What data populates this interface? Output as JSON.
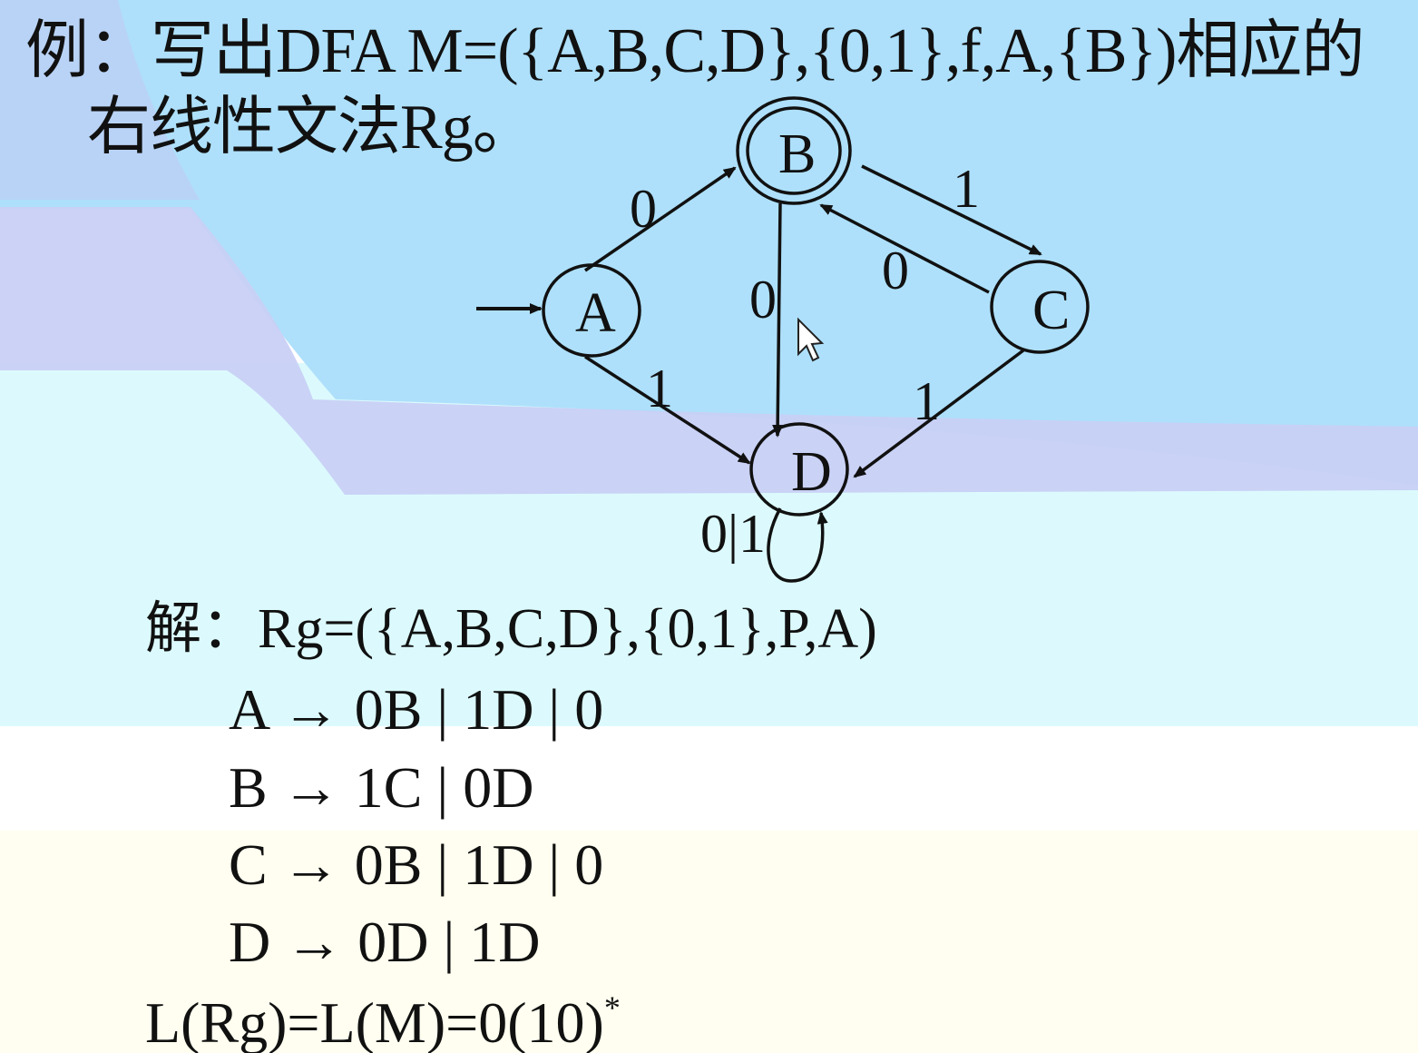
{
  "slide": {
    "title_line1": "例：写出DFA M=({A,B,C,D},{0,1},f,A,{B})相应的",
    "title_line2": "右线性文法Rg。",
    "solution": "解：Rg=({A,B,C,D},{0,1},P,A)",
    "rules": [
      "A → 0B | 1D | 0",
      "B → 1C | 0D",
      "C → 0B | 1D | 0",
      "D → 0D | 1D"
    ],
    "language": "L(Rg)=L(M)=0(10)",
    "language_sup": "*"
  },
  "diagram": {
    "states": [
      {
        "label": "A",
        "start": true,
        "accepting": false
      },
      {
        "label": "B",
        "start": false,
        "accepting": true
      },
      {
        "label": "C",
        "start": false,
        "accepting": false
      },
      {
        "label": "D",
        "start": false,
        "accepting": false
      }
    ],
    "transitions": [
      {
        "from": "A",
        "to": "B",
        "label": "0"
      },
      {
        "from": "A",
        "to": "D",
        "label": "1"
      },
      {
        "from": "B",
        "to": "C",
        "label": "1"
      },
      {
        "from": "B",
        "to": "D",
        "label": "0"
      },
      {
        "from": "C",
        "to": "B",
        "label": "0"
      },
      {
        "from": "C",
        "to": "D",
        "label": "1"
      },
      {
        "from": "D",
        "to": "D",
        "label": "0|1"
      }
    ]
  },
  "colors": {
    "sky_blue": "#aee0fb",
    "lavender": "#c8d0f6",
    "light_cyan": "#dcfafd",
    "pale_yellow": "#fffef0",
    "ink": "#111111"
  }
}
